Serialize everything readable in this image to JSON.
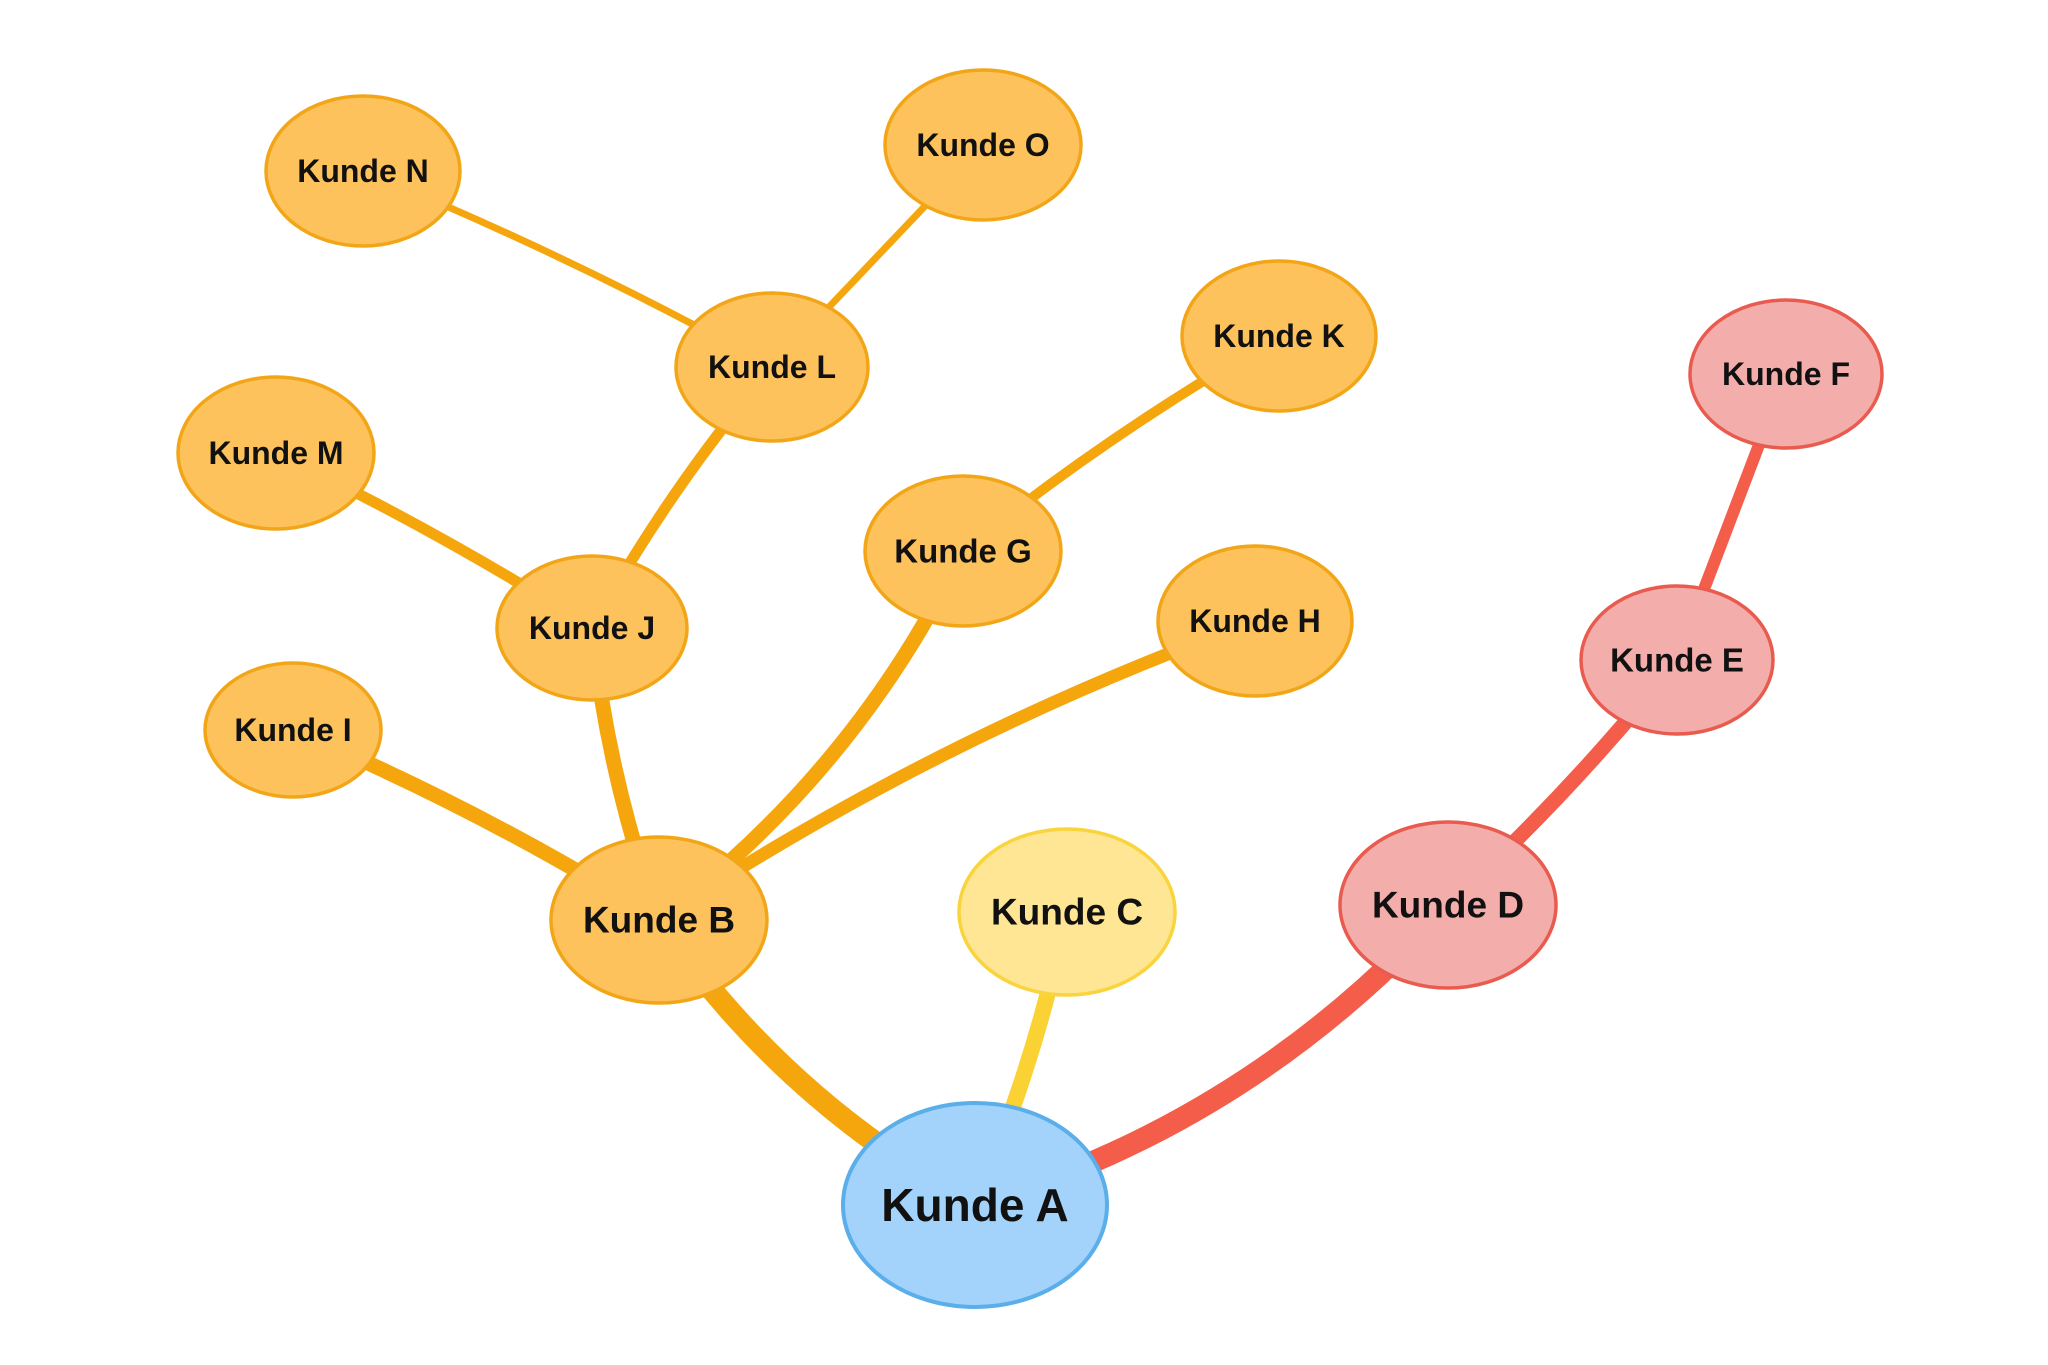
{
  "colors": {
    "root_fill": "#a3d3fb",
    "root_stroke": "#5aaeea",
    "orange_fill": "#fdc25c",
    "orange_stroke": "#f2a617",
    "orange_edge": "#f5a60d",
    "yellow_fill": "#ffe694",
    "yellow_stroke": "#f9d43c",
    "yellow_edge": "#fbd233",
    "red_fill": "#f3adab",
    "red_stroke": "#e95b4f",
    "red_edge": "#f45d4a",
    "background": "#ffffff"
  },
  "nodes": [
    {
      "id": "A",
      "label": "Kunde A",
      "group": "root"
    },
    {
      "id": "B",
      "label": "Kunde B",
      "group": "orange"
    },
    {
      "id": "C",
      "label": "Kunde C",
      "group": "yellow"
    },
    {
      "id": "D",
      "label": "Kunde D",
      "group": "red"
    },
    {
      "id": "E",
      "label": "Kunde E",
      "group": "red"
    },
    {
      "id": "F",
      "label": "Kunde F",
      "group": "red"
    },
    {
      "id": "G",
      "label": "Kunde G",
      "group": "orange"
    },
    {
      "id": "H",
      "label": "Kunde H",
      "group": "orange"
    },
    {
      "id": "I",
      "label": "Kunde I",
      "group": "orange"
    },
    {
      "id": "J",
      "label": "Kunde J",
      "group": "orange"
    },
    {
      "id": "K",
      "label": "Kunde K",
      "group": "orange"
    },
    {
      "id": "L",
      "label": "Kunde L",
      "group": "orange"
    },
    {
      "id": "M",
      "label": "Kunde M",
      "group": "orange"
    },
    {
      "id": "N",
      "label": "Kunde N",
      "group": "orange"
    },
    {
      "id": "O",
      "label": "Kunde O",
      "group": "orange"
    }
  ],
  "edges": [
    {
      "from": "A",
      "to": "B",
      "group": "orange"
    },
    {
      "from": "A",
      "to": "C",
      "group": "yellow"
    },
    {
      "from": "A",
      "to": "D",
      "group": "red"
    },
    {
      "from": "D",
      "to": "E",
      "group": "red"
    },
    {
      "from": "E",
      "to": "F",
      "group": "red"
    },
    {
      "from": "B",
      "to": "I",
      "group": "orange"
    },
    {
      "from": "B",
      "to": "J",
      "group": "orange"
    },
    {
      "from": "B",
      "to": "G",
      "group": "orange"
    },
    {
      "from": "B",
      "to": "H",
      "group": "orange"
    },
    {
      "from": "J",
      "to": "M",
      "group": "orange"
    },
    {
      "from": "J",
      "to": "L",
      "group": "orange"
    },
    {
      "from": "L",
      "to": "N",
      "group": "orange"
    },
    {
      "from": "L",
      "to": "O",
      "group": "orange"
    },
    {
      "from": "G",
      "to": "K",
      "group": "orange"
    }
  ]
}
